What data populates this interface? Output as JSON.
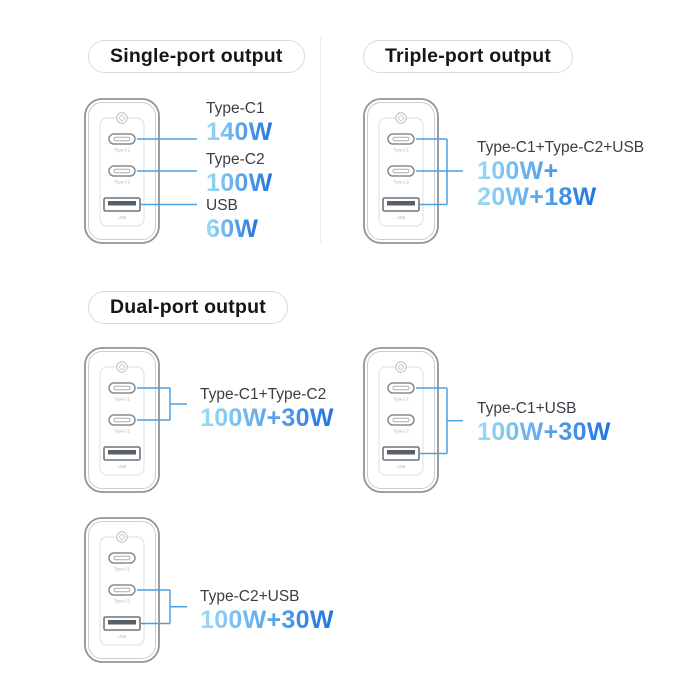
{
  "sections": {
    "single": {
      "title": "Single-port output"
    },
    "triple": {
      "title": "Triple-port output"
    },
    "dual": {
      "title": "Dual-port output"
    }
  },
  "charger": {
    "port_c1_label": "Type-C1",
    "port_c2_label": "Type-C2",
    "port_usb_label": "USB"
  },
  "annotations": {
    "single_c1": {
      "label": "Type-C1",
      "value": "140W"
    },
    "single_c2": {
      "label": "Type-C2",
      "value": "100W"
    },
    "single_usb": {
      "label": "USB",
      "value": "60W"
    },
    "triple": {
      "label": "Type-C1+Type-C2+USB",
      "value": "100W+\n20W+18W"
    },
    "dual_c1_c2": {
      "label": "Type-C1+Type-C2",
      "value": "100W+30W"
    },
    "dual_c1_usb": {
      "label": "Type-C1+USB",
      "value": "100W+30W"
    },
    "dual_c2_usb": {
      "label": "Type-C2+USB",
      "value": "100W+30W"
    }
  },
  "colors": {
    "connector_line": "#4aa1e0",
    "value_gradient_start": "#9bdcf6",
    "value_gradient_end": "#2173e2",
    "pill_border": "#d8dadc",
    "label_text": "#3a3e45",
    "device_outline": "#8e949a"
  }
}
